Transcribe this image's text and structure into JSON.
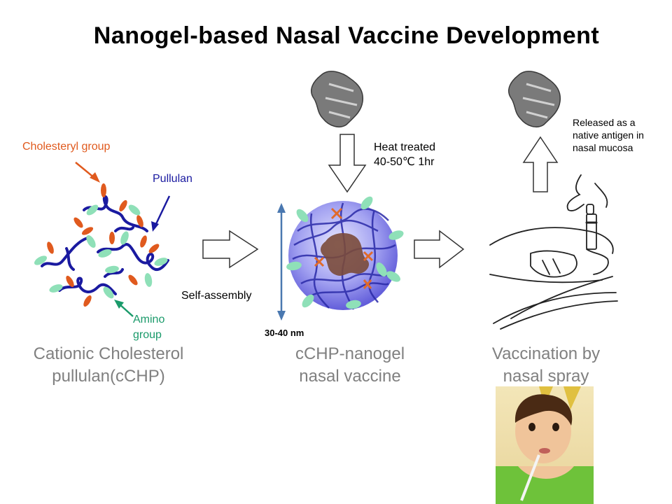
{
  "title": "Nanogel-based Nasal Vaccine Development",
  "labels": {
    "cholesteryl": "Cholesteryl group",
    "pullulan": "Pullulan",
    "amino_line1": "Amino",
    "amino_line2": "group",
    "self_assembly": "Self-assembly",
    "size": "30-40 nm",
    "heat_line1": "Heat treated",
    "heat_line2": "40-50℃ 1hr",
    "released_line1": "Released as a",
    "released_line2": "native antigen in",
    "released_line3": "nasal mucosa"
  },
  "stages": [
    {
      "line1": "Cationic Cholesterol",
      "line2": "pullulan(cCHP)"
    },
    {
      "line1": "cCHP-nanogel",
      "line2": "nasal vaccine"
    },
    {
      "line1": "Vaccination by",
      "line2": "nasal spray"
    }
  ],
  "colors": {
    "cholesteryl": "#e05a1e",
    "pullulan": "#1a1aa0",
    "amino": "#1a9a6a",
    "scale_arrow": "#4a78b0",
    "stage_text": "#808080"
  }
}
